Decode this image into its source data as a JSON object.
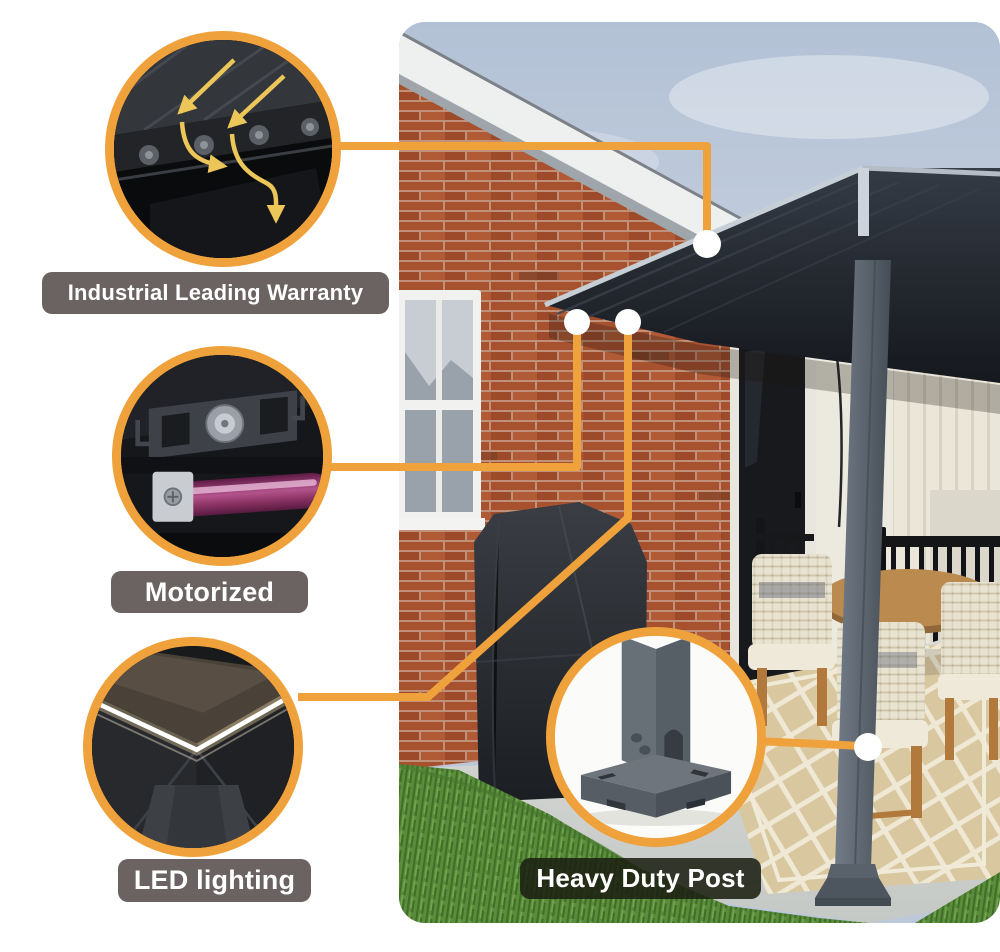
{
  "accent_color": "#EFA23B",
  "marker_color": "#FFFFFF",
  "label_colors": {
    "default_bg": "#6B6362",
    "dark_bg": "#1C2012",
    "text": "#FFFFFF"
  },
  "callouts": [
    {
      "id": "warranty",
      "label": "Industrial Leading Warranty",
      "illustration": "roof-water-drainage-icon"
    },
    {
      "id": "motorized",
      "label": "Motorized",
      "illustration": "louver-motor-icon"
    },
    {
      "id": "led",
      "label": "LED lighting",
      "illustration": "led-corner-strip-icon"
    },
    {
      "id": "post",
      "label": "Heavy Duty Post",
      "illustration": "post-base-plate-icon"
    }
  ]
}
